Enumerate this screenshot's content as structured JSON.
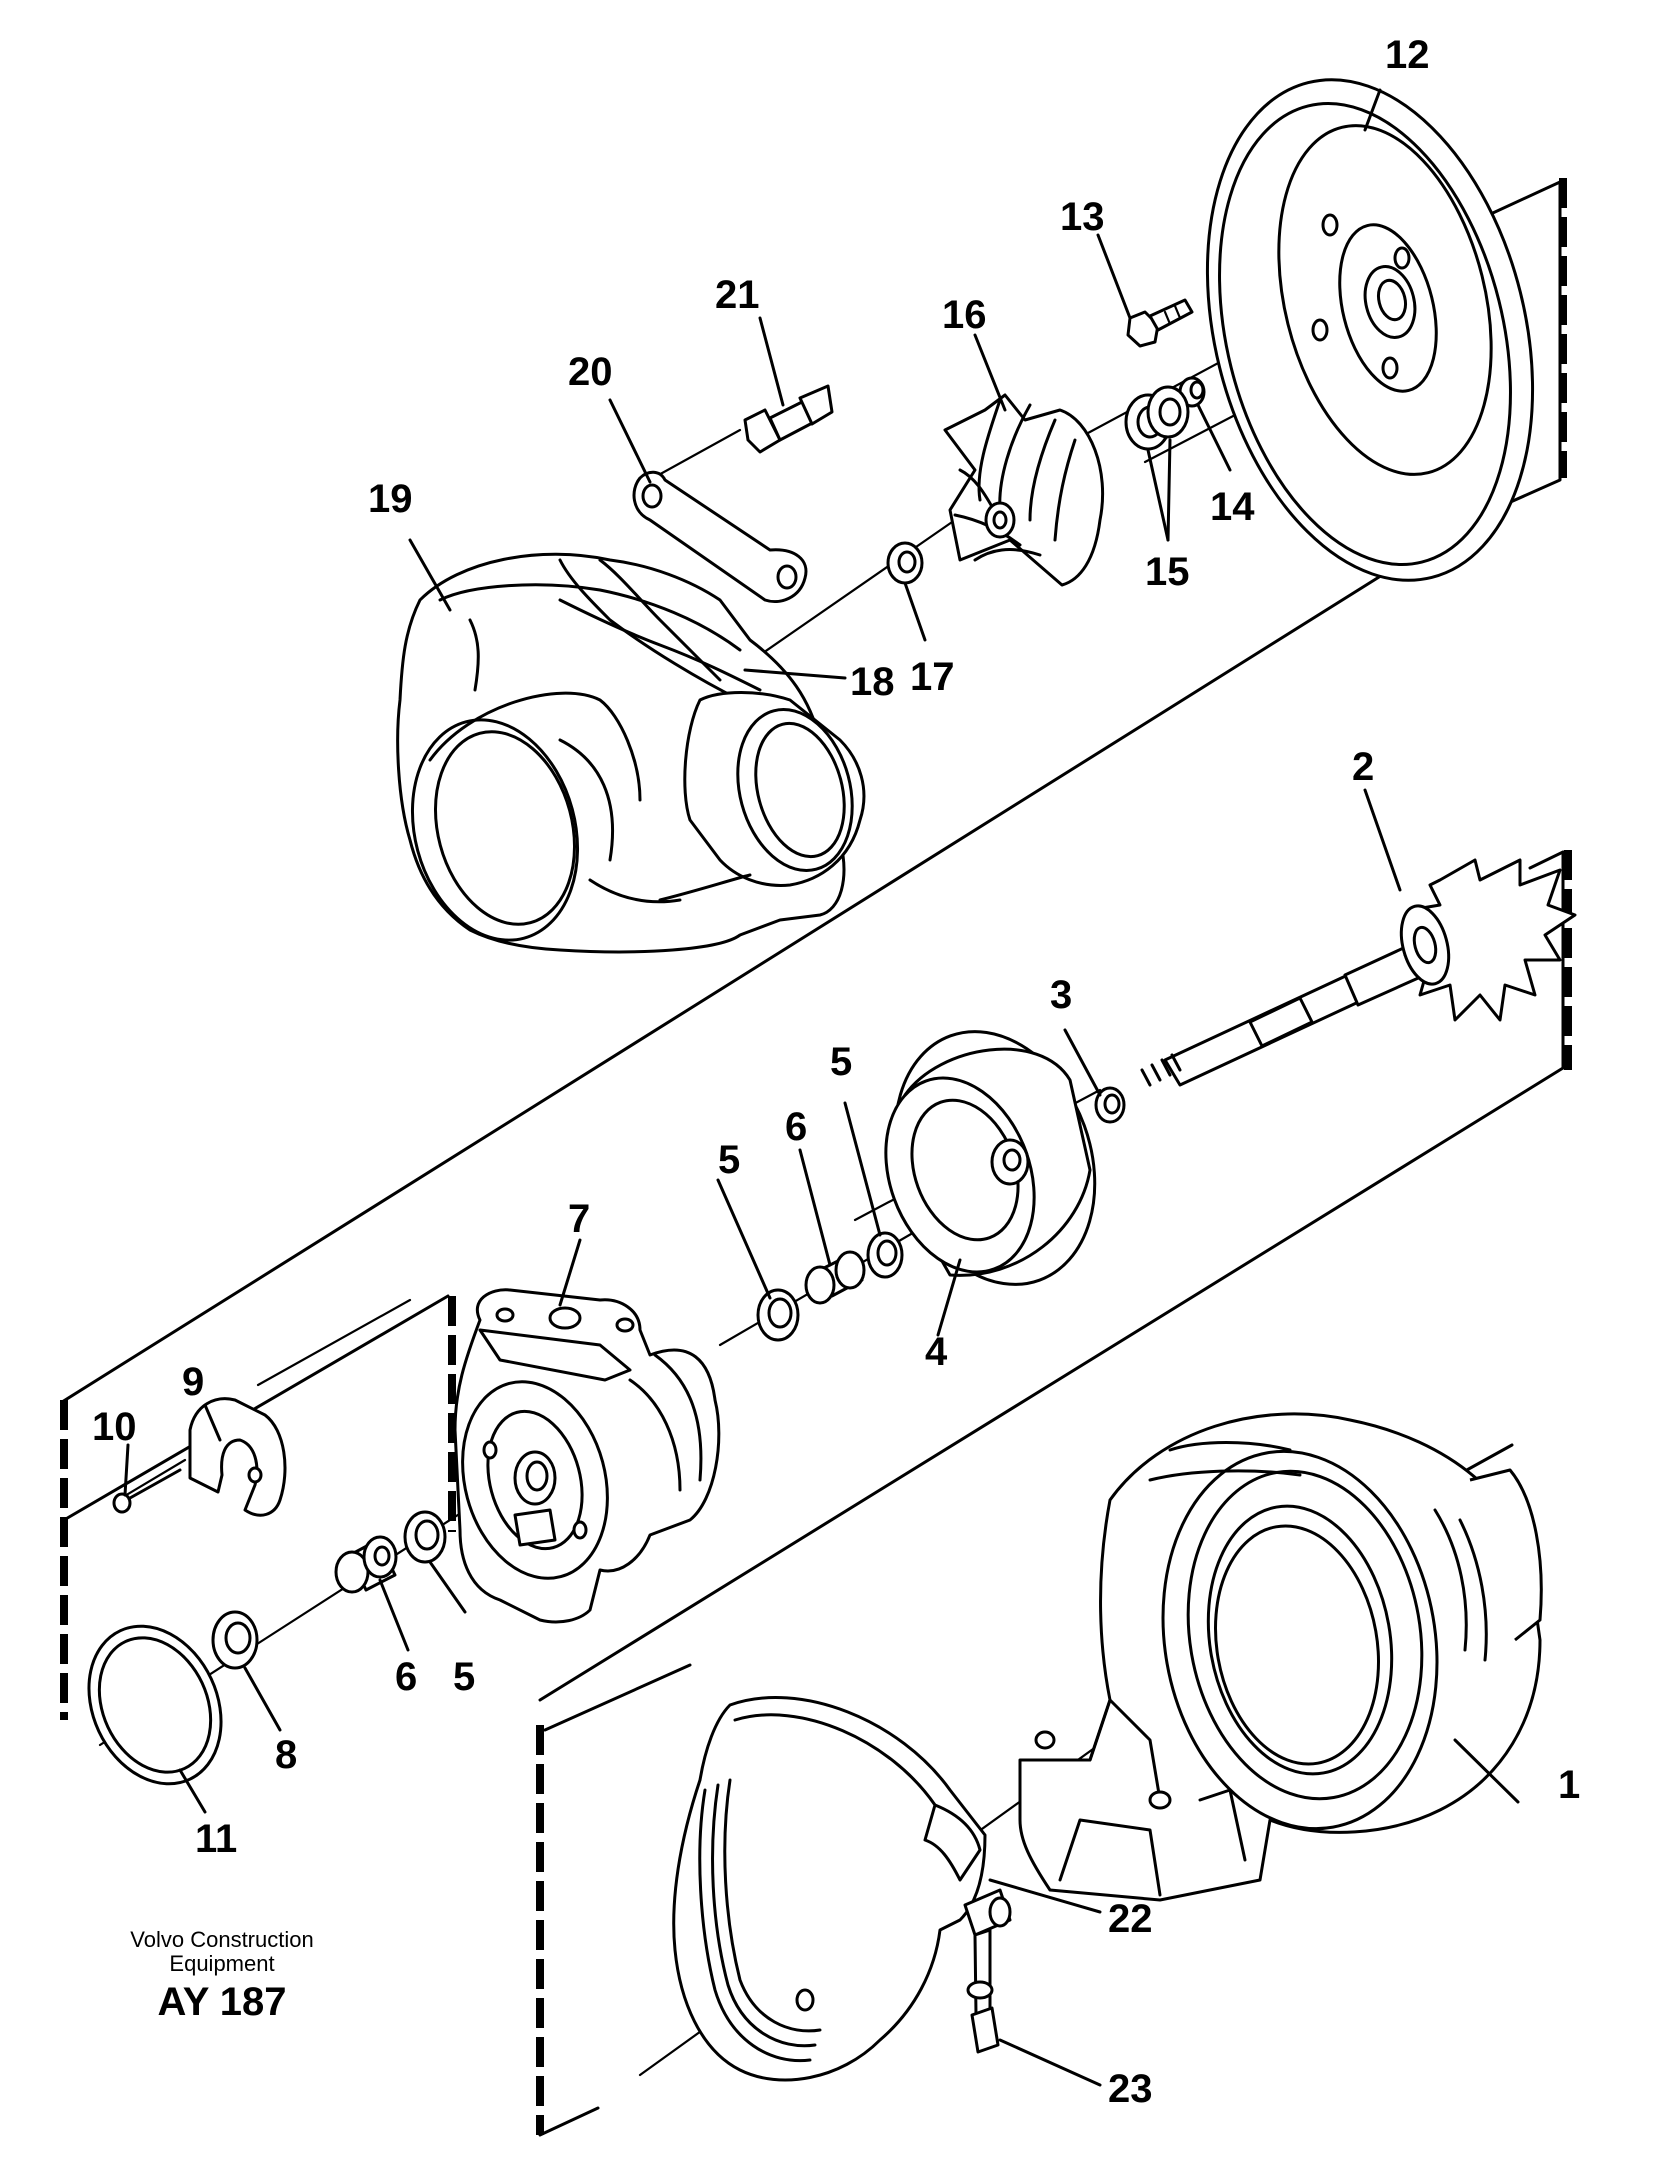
{
  "drawing": {
    "credit_line1": "Volvo Construction",
    "credit_line2": "Equipment",
    "code": "AY 187"
  },
  "callouts": [
    "1",
    "2",
    "3",
    "4",
    "5",
    "5",
    "5",
    "6",
    "6",
    "7",
    "8",
    "9",
    "10",
    "11",
    "12",
    "13",
    "14",
    "15",
    "16",
    "17",
    "18",
    "19",
    "20",
    "21",
    "22",
    "23"
  ]
}
